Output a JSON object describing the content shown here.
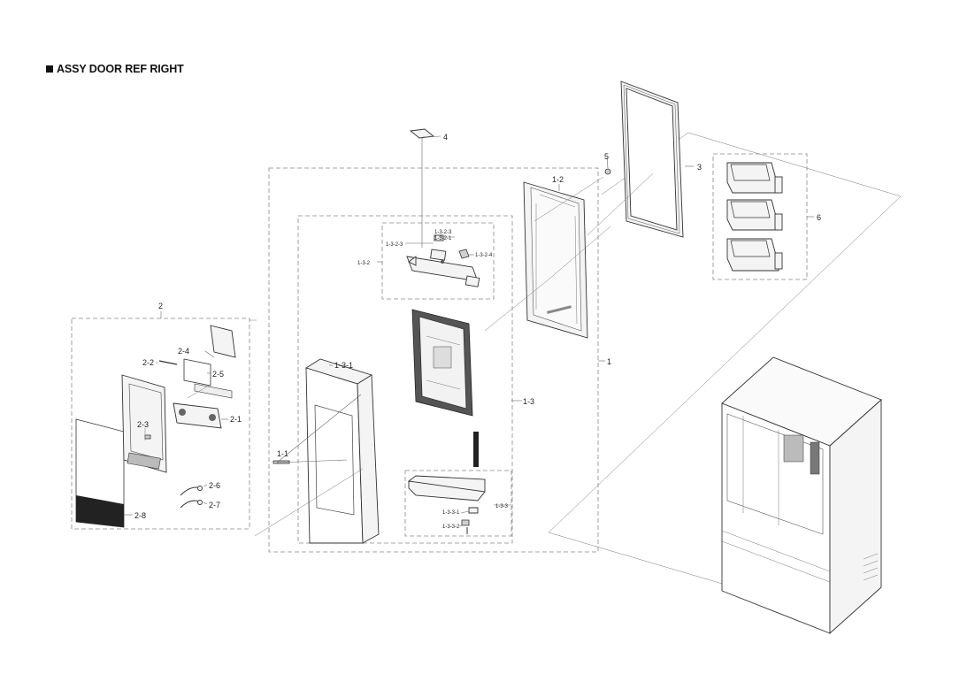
{
  "title": "ASSY DOOR REF RIGHT",
  "labels": {
    "l1": "1",
    "l1_1": "1-1",
    "l1_2": "1-2",
    "l1_3": "1-3",
    "l1_3_1": "1-3-1",
    "l1_3_2": "1-3-2",
    "l1_3_2_1": "1-3-2-1",
    "l1_3_2_3a": "1-3-2-3",
    "l1_3_2_3b": "1-3-2-3",
    "l1_3_2_4": "1-3-2-4",
    "l1_3_3": "1-3-3",
    "l1_3_3_1": "1-3-3-1",
    "l1_3_3_2": "1-3-3-2",
    "l2": "2",
    "l2_1": "2-1",
    "l2_2": "2-2",
    "l2_3": "2-3",
    "l2_4": "2-4",
    "l2_5": "2-5",
    "l2_6": "2-6",
    "l2_7": "2-7",
    "l2_8": "2-8",
    "l3": "3",
    "l4": "4",
    "l5": "5",
    "l6": "6"
  },
  "colors": {
    "line": "#333333",
    "dashed_box": "#888888",
    "fill": "#f4f4f4",
    "dark_part": "#222222"
  }
}
